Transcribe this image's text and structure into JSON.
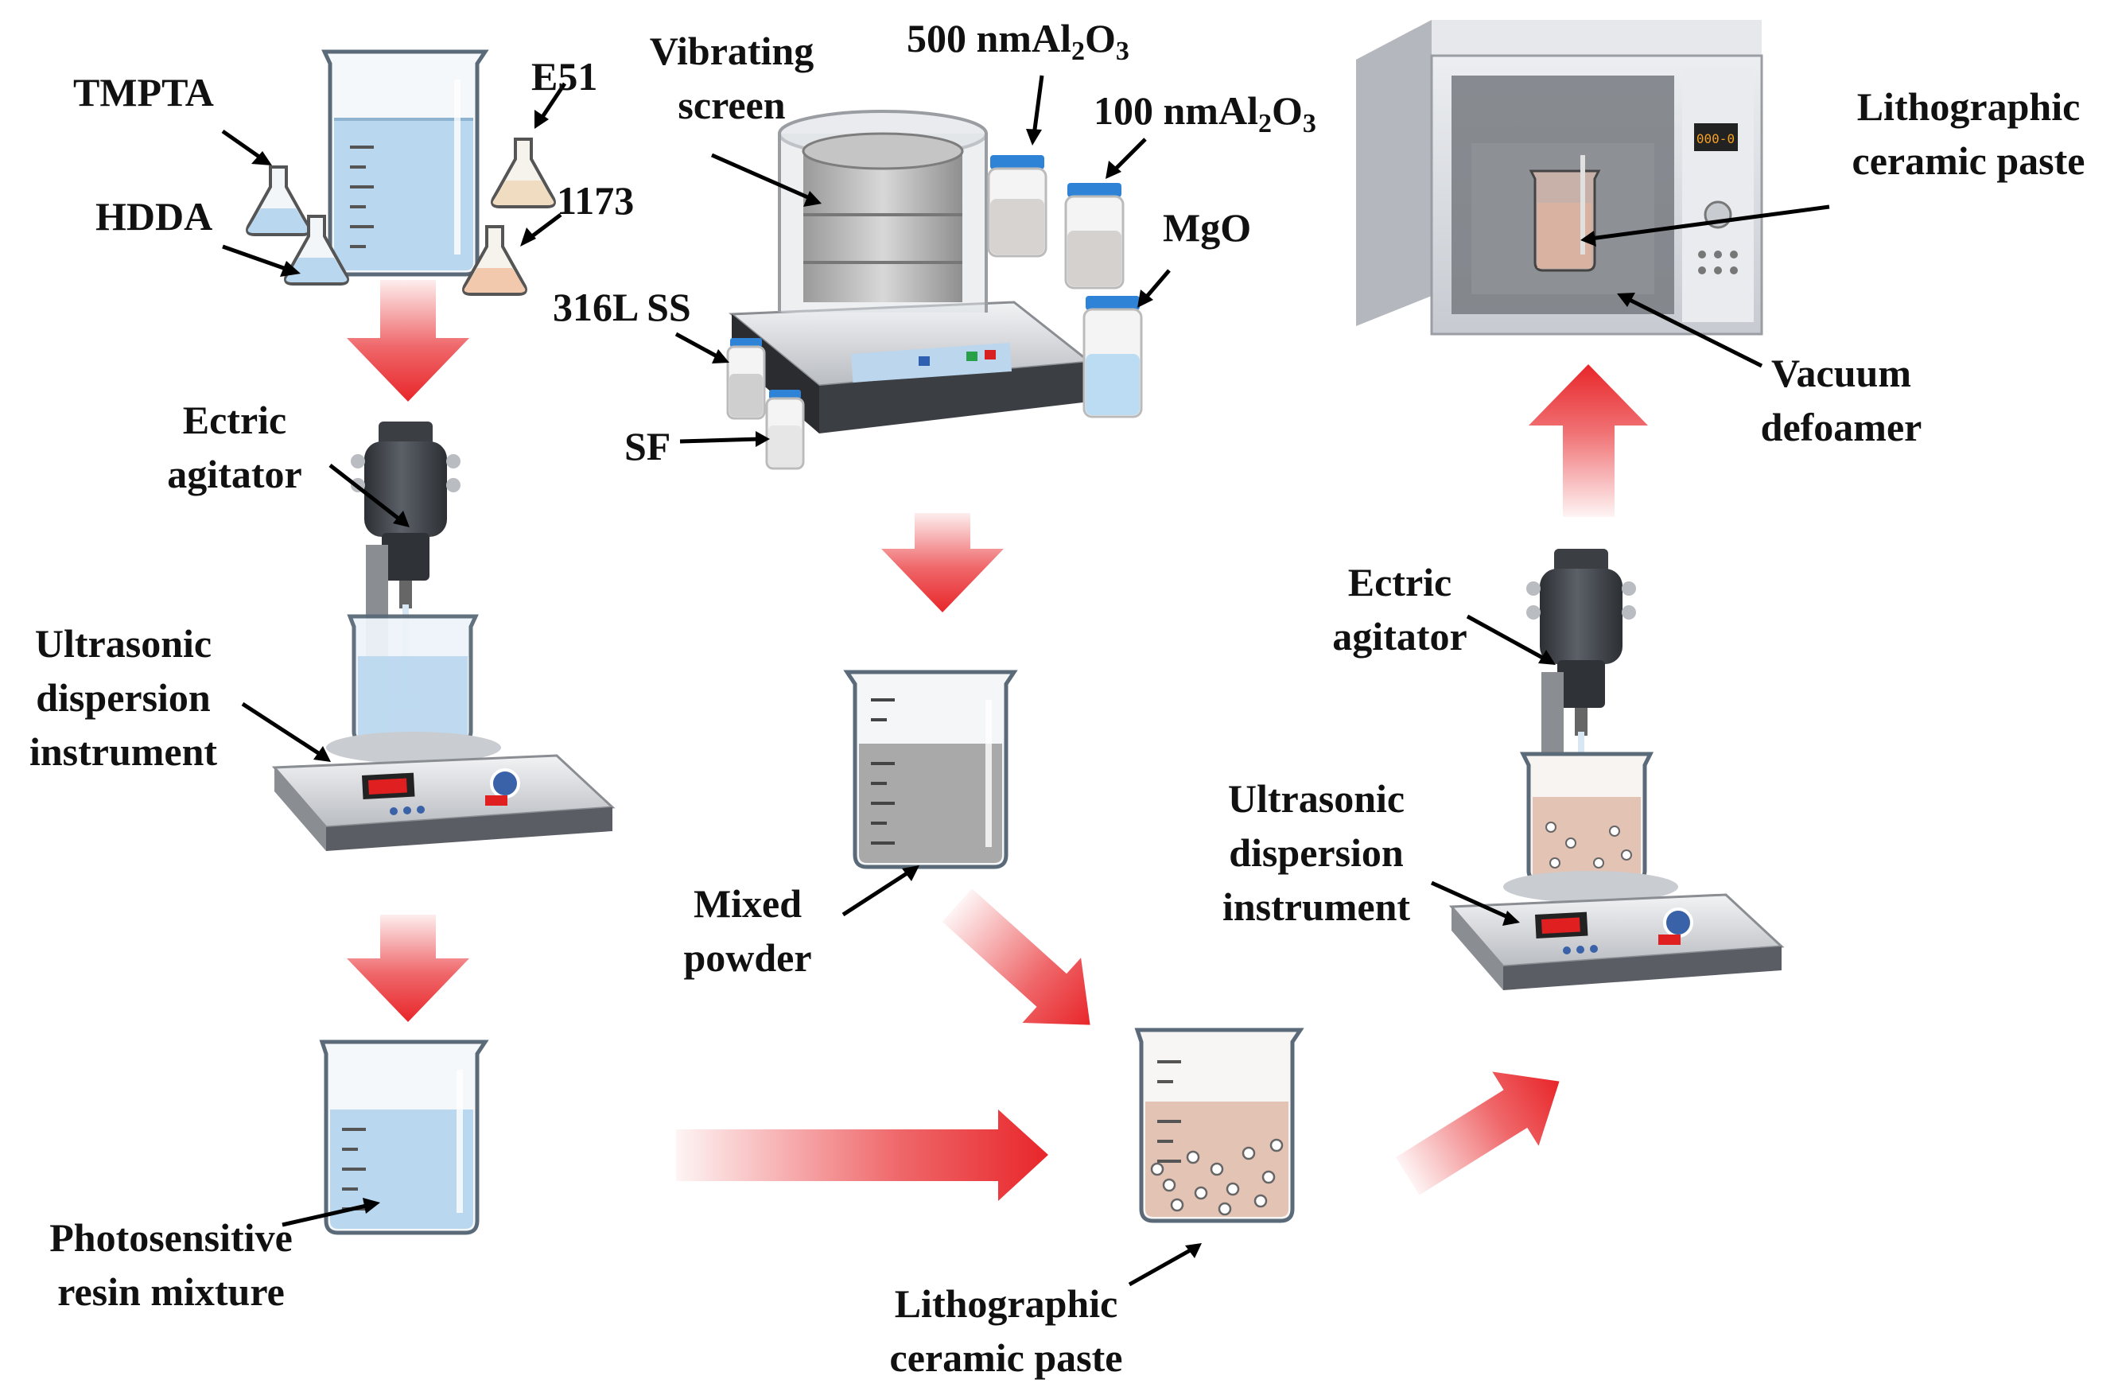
{
  "labels": {
    "tmpta": "TMPTA",
    "hdda": "HDDA",
    "e51": "E51",
    "n1173": "1173",
    "vibrating_l1": "Vibrating",
    "vibrating_l2": "screen",
    "al2o3_500_prefix": "500 nmAl",
    "al2o3_100_prefix": "100 nmAl",
    "sub2": "2",
    "o_letter": "O",
    "sub3": "3",
    "mgo": "MgO",
    "ss316l": "316L SS",
    "sf": "SF",
    "agitator1_l1": "Ectric",
    "agitator1_l2": "agitator",
    "ultra1_l1": "Ultrasonic",
    "ultra1_l2": "dispersion",
    "ultra1_l3": "instrument",
    "photo_l1": "Photosensitive",
    "photo_l2": "resin mixture",
    "mixed_l1": "Mixed",
    "mixed_l2": "powder",
    "litho_bottom_l1": "Lithographic",
    "litho_bottom_l2": "ceramic paste",
    "agitator2_l1": "Ectric",
    "agitator2_l2": "agitator",
    "ultra2_l1": "Ultrasonic",
    "ultra2_l2": "dispersion",
    "ultra2_l3": "instrument",
    "litho_top_l1": "Lithographic",
    "litho_top_l2": "ceramic paste",
    "vacuum_l1": "Vacuum",
    "vacuum_l2": "defoamer",
    "oven_display": "000-0"
  },
  "colors": {
    "resin_blue": "#b9d7ee",
    "paste_tan": "#e3c3b4",
    "powder_gray": "#a9a9a9",
    "arrow_red": "#e8262a",
    "machine_dark": "#3b3e43",
    "display_red": "#e02020"
  },
  "icons": [
    "beaker-icon",
    "flask-icon",
    "vibrating-screen-icon",
    "powder-bottle-icon",
    "electric-agitator-icon",
    "ultrasonic-dispersion-icon",
    "vacuum-defoamer-icon",
    "flow-arrow-icon"
  ]
}
